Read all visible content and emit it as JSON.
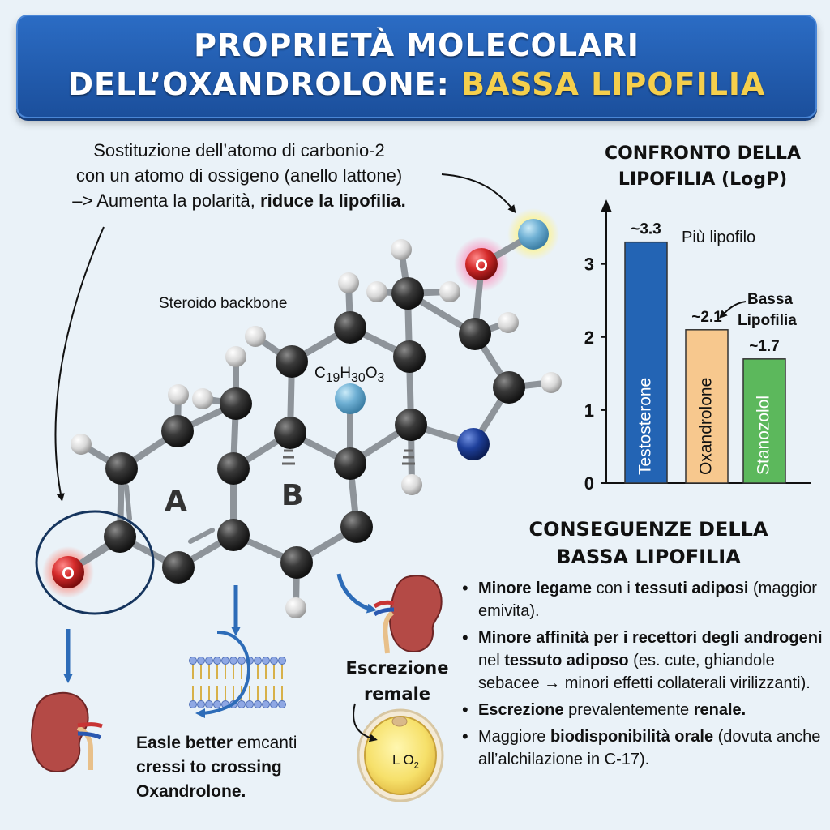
{
  "header": {
    "title_line1": "PROPRIETÀ MOLECOLARI",
    "title_line2_prefix": "DELL’OXANDROLONE: ",
    "title_line2_highlight": "BASSA LIPOFILIA",
    "highlight_color": "#f5cf4c",
    "banner_color": "#1f5aa8"
  },
  "molecule": {
    "annotation_line1": "Sostituzione dell’atomo di carbonio-2",
    "annotation_line2": "con un atomo di ossigeno (anello lattone)",
    "annotation_line3_prefix": "–> Aumenta la polarità, ",
    "annotation_line3_bold": "riduce la lipofilia.",
    "backbone_label": "Steroido backbone",
    "formula_c": "C",
    "formula_c_sub": "19",
    "formula_h": "H",
    "formula_h_sub": "30",
    "formula_o": "O",
    "formula_o_sub": "3",
    "ring_a_label": "A",
    "ring_b_label": "B",
    "oxygen_symbol": "O",
    "atom_colors": {
      "carbon": "#3a3a3a",
      "hydrogen": "#e6e6e6",
      "oxygen": "#d42a2a",
      "nitrogen": "#1e3f9a",
      "fluoro": "#6fb0d4"
    }
  },
  "chart": {
    "title_line1": "CONFRONTO DELLA",
    "title_line2": "LIPOFILIA (LogP)",
    "annotation_top": "Più lipofilo",
    "annotation_mid_line1": "Bassa",
    "annotation_mid_line2": "Lipofilia",
    "y_ticks": [
      "0",
      "1",
      "2",
      "3"
    ]
  },
  "chart_data": {
    "type": "bar",
    "categories": [
      "Testosterone",
      "Oxandrolone",
      "Stanozolol"
    ],
    "values": [
      3.3,
      2.1,
      1.7
    ],
    "value_labels": [
      "~3.3",
      "~2.1",
      "~1.7"
    ],
    "colors": [
      "#2364b4",
      "#f7c88e",
      "#5cb85c"
    ],
    "ylim": [
      0,
      4
    ],
    "yticks": [
      0,
      1,
      2,
      3
    ],
    "grid": false
  },
  "consequences": {
    "title_line1": "CONSEGUENZE DELLA",
    "title_line2": "BASSA LIPOFILIA",
    "items": [
      {
        "parts": [
          {
            "b": true,
            "t": "Minore legame"
          },
          {
            "b": false,
            "t": " con i "
          },
          {
            "b": true,
            "t": "tessuti adiposi"
          },
          {
            "b": false,
            "t": " (maggior emivita)."
          }
        ]
      },
      {
        "parts": [
          {
            "b": true,
            "t": "Minore affinità per i recettori degli androgeni"
          },
          {
            "b": false,
            "t": " nel "
          },
          {
            "b": true,
            "t": "tessuto adiposo"
          },
          {
            "b": false,
            "t": " (es. cute, ghiandole sebacee → minori effetti collaterali virilizzanti)."
          }
        ]
      },
      {
        "parts": [
          {
            "b": true,
            "t": "Escrezione"
          },
          {
            "b": false,
            "t": " prevalentemente "
          },
          {
            "b": true,
            "t": "renale."
          }
        ]
      },
      {
        "parts": [
          {
            "b": false,
            "t": "Maggiore "
          },
          {
            "b": true,
            "t": "biodisponibilità orale"
          },
          {
            "b": false,
            "t": " (dovuta anche all’alchilazione in C-17)."
          }
        ]
      }
    ]
  },
  "bottom": {
    "excretion_line1": "Escrezione",
    "excretion_line2": "remale",
    "membrane_line1_bold": "Easle better",
    "membrane_line1_rest": " emcanti",
    "membrane_line2": "cressi to crossing",
    "membrane_line3": "Oxandrolone.",
    "fat_cell_label": "L O",
    "fat_cell_label_sub": "2"
  }
}
